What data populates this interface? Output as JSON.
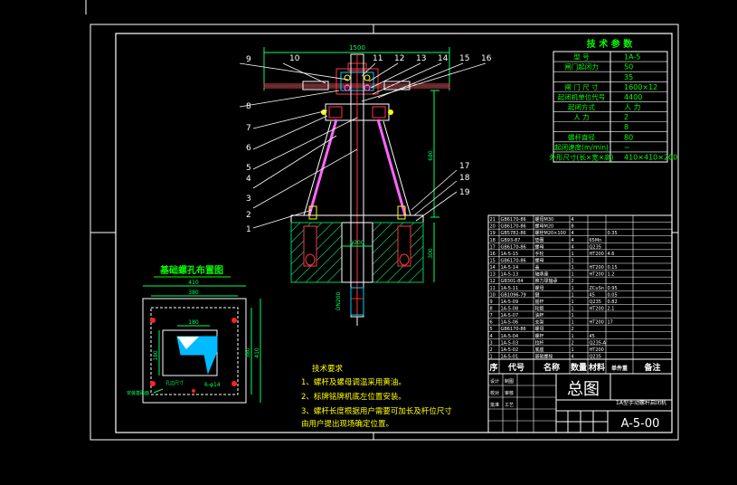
{
  "colors": {
    "background": "#000000",
    "frame": "#ffffff",
    "drawing": "#ffffff",
    "label": "#ffffff",
    "dimension": "#00ff66",
    "note": "#ffff00",
    "title_green": "#00ff00",
    "params_text": "#00ff00",
    "steel": "#ff3344",
    "rod": "#ff66ff",
    "concrete": "#00cc66",
    "cyan": "#00ccff",
    "red": "#ff2222",
    "plan_fill": "#00bbff"
  },
  "dimensions": {
    "top_span": "1500",
    "height": "680",
    "base_depth": "300",
    "base_width": "φ200",
    "pipe_size": "DN200",
    "plan_outer_w": "410",
    "plan_inner_w": "380",
    "plan_mid": "180",
    "plan_left": "180",
    "plan_right_a": "380",
    "plan_right_b": "410",
    "plan_bolt": "6-φ14",
    "plan_hole": "孔边尺寸"
  },
  "part_numbers": {
    "left": [
      "9",
      "8",
      "7",
      "6",
      "5",
      "4",
      "3",
      "2",
      "1"
    ],
    "top": [
      "10",
      "11",
      "12",
      "13",
      "14",
      "15",
      "16"
    ],
    "right": [
      "17",
      "18",
      "19"
    ]
  },
  "params": {
    "title": "技 术 参 数",
    "rows": [
      [
        "型    号",
        "1A-5"
      ],
      [
        "闸门起闭力",
        "50"
      ],
      [
        "",
        "35"
      ],
      [
        "闸 门 尺 寸",
        "1600×12"
      ],
      [
        "起闭机单位代号",
        "4400"
      ],
      [
        "起闭方式",
        "人 力"
      ],
      [
        "人    力",
        "2"
      ],
      [
        "",
        "8"
      ],
      [
        "螺杆直径",
        "80"
      ],
      [
        "起闭速度(m/min)",
        "~"
      ],
      [
        "外形尺寸(长×宽×高)",
        "410×410×200"
      ]
    ]
  },
  "foundation_title": "基础螺孔布置图",
  "plan_side_label": "安装基础面",
  "notes": {
    "title": "技术要求",
    "lines": [
      "1、螺杆及螺母调温采用黄油。",
      "2、标牌铭牌机底左位置安装。",
      "3、螺杆长度根据用户需要可加长及杆位尺寸",
      "   由用户提出现场确定位置。"
    ]
  },
  "bom": {
    "header": [
      "序",
      "代号",
      "名称",
      "数量",
      "材料",
      "单件重",
      "备注"
    ],
    "rows": [
      [
        "21",
        "GB6170-86",
        "螺母M30",
        "4",
        "",
        "",
        ""
      ],
      [
        "20",
        "GB6170-86",
        "螺母M20",
        "8",
        "",
        "",
        ""
      ],
      [
        "19",
        "GB5782-86",
        "螺栓M20×100",
        "4",
        "",
        "0.35",
        ""
      ],
      [
        "18",
        "GB93-87",
        "垫圈",
        "4",
        "65Mn",
        "",
        ""
      ],
      [
        "17",
        "GB6170-86",
        "螺母",
        "4",
        "Q235",
        "",
        ""
      ],
      [
        "16",
        "1A-5-15",
        "手轮",
        "1",
        "HT200",
        "4.6",
        ""
      ],
      [
        "15",
        "GB6170-86",
        "螺母",
        "1",
        "",
        "",
        ""
      ],
      [
        "14",
        "1A-5-14",
        "盖",
        "1",
        "HT200",
        "0.15",
        ""
      ],
      [
        "13",
        "1A-5-13",
        "轴承座",
        "1",
        "HT200",
        "1.2",
        ""
      ],
      [
        "12",
        "GB301-84",
        "推力球轴承",
        "2",
        "",
        "",
        ""
      ],
      [
        "11",
        "1A-5-11",
        "螺母",
        "1",
        "ZCuSn",
        "0.95",
        ""
      ],
      [
        "10",
        "GB1096-79",
        "键",
        "1",
        "45",
        "0.05",
        ""
      ],
      [
        "9",
        "1A-5-09",
        "摇杆",
        "1",
        "Q235",
        "0.82",
        ""
      ],
      [
        "8",
        "1A-5-08",
        "轮毂",
        "1",
        "HT200",
        "2.1",
        ""
      ],
      [
        "7",
        "1A-5-07",
        "油杯",
        "1",
        "",
        "",
        ""
      ],
      [
        "6",
        "1A-5-06",
        "支架",
        "1",
        "HT200",
        "17",
        ""
      ],
      [
        "5",
        "GB6170-86",
        "螺母",
        "2",
        "",
        "",
        ""
      ],
      [
        "4",
        "1A-5-04",
        "螺杆",
        "1",
        "45",
        "",
        ""
      ],
      [
        "3",
        "1A-5-03",
        "拉杆",
        "2",
        "Q235-A",
        "",
        ""
      ],
      [
        "2",
        "1A-5-02",
        "底座",
        "1",
        "HT200",
        "",
        ""
      ],
      [
        "1",
        "1A-5-01",
        "基础螺栓",
        "4",
        "Q235",
        "",
        ""
      ]
    ]
  },
  "title_block": {
    "big": "总图",
    "name": "1A型手动螺杆启闭机",
    "code": "A-5-00",
    "small": [
      "设计",
      "制图",
      "校对",
      "审核",
      "批准",
      "工艺"
    ]
  }
}
